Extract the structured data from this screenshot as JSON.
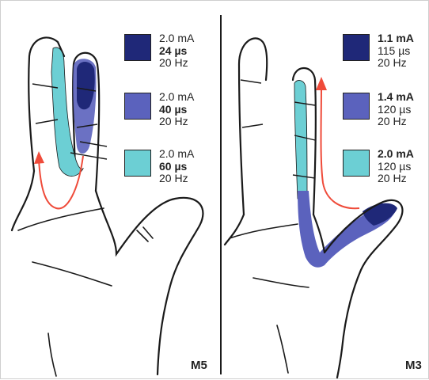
{
  "colors": {
    "dark_blue": "#1f2878",
    "medium_blue": "#5b62bd",
    "cyan": "#6ccfd4",
    "arrow": "#ef4b3a",
    "outline": "#1a1a1a"
  },
  "panels": [
    {
      "label": "M5",
      "legend": [
        {
          "color": "dark_blue",
          "current": "2.0 mA",
          "width": "24 µs",
          "freq": "20 Hz",
          "bold": "width"
        },
        {
          "color": "medium_blue",
          "current": "2.0 mA",
          "width": "40 µs",
          "freq": "20 Hz",
          "bold": "width"
        },
        {
          "color": "cyan",
          "current": "2.0 mA",
          "width": "60 µs",
          "freq": "20 Hz",
          "bold": "width"
        }
      ]
    },
    {
      "label": "M3",
      "legend": [
        {
          "color": "dark_blue",
          "current": "1.1 mA",
          "width": "115 µs",
          "freq": "20 Hz",
          "bold": "current"
        },
        {
          "color": "medium_blue",
          "current": "1.4 mA",
          "width": "120 µs",
          "freq": "20 Hz",
          "bold": "current"
        },
        {
          "color": "cyan",
          "current": "2.0 mA",
          "width": "120 µs",
          "freq": "20 Hz",
          "bold": "current"
        }
      ]
    }
  ]
}
